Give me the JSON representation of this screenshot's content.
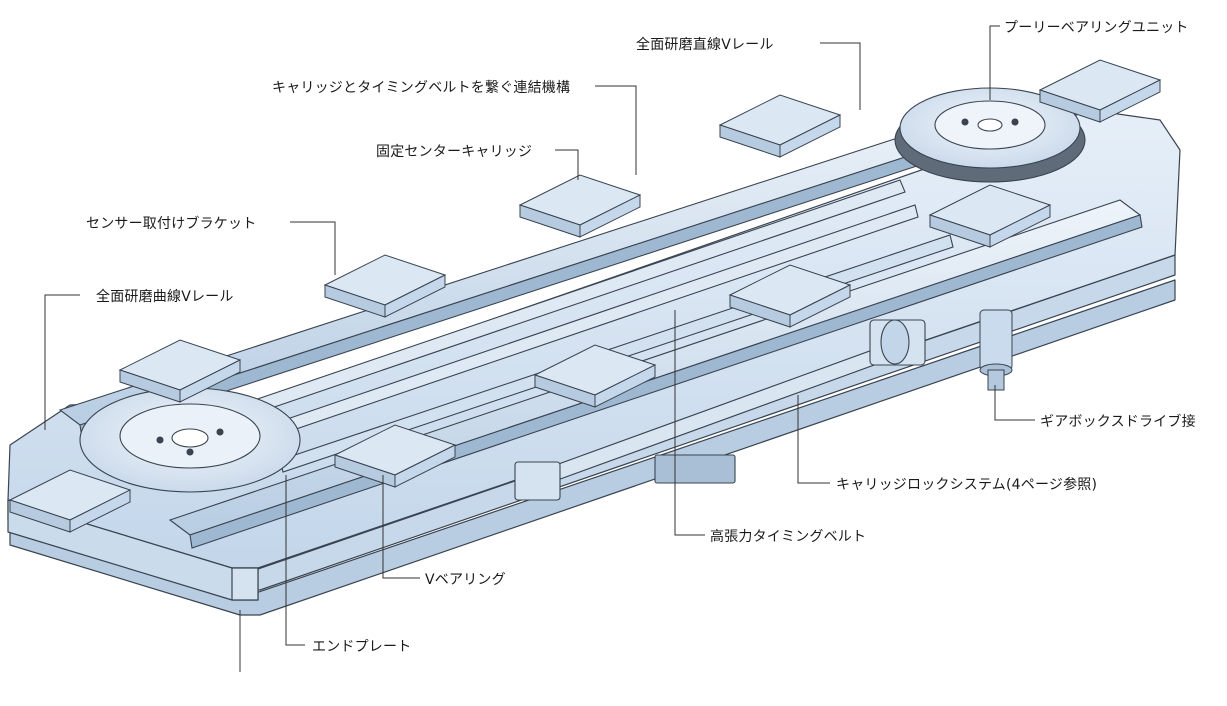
{
  "labels": {
    "pulley_unit": "プーリーベアリングユニット",
    "straight_rail": "全面研磨直線Vレール",
    "link_mechanism": "キャリッジとタイミングベルトを繋ぐ連結機構",
    "fixed_carriage": "固定センターキャリッジ",
    "sensor_bracket": "センサー取付けブラケット",
    "curved_rail": "全面研磨曲線Vレール",
    "gearbox": "ギアボックスドライブ接",
    "lock_system": "キャリッジロックシステム(4ページ参照)",
    "timing_belt": "高張力タイミングベルト",
    "v_bearing": "Vベアリング",
    "end_plate": "エンドプレート"
  },
  "colors": {
    "body": "#dbe8f4",
    "body_dark": "#b9cde2",
    "outline": "#3a4450",
    "rail": "#c9dbec",
    "leader": "#333333"
  }
}
